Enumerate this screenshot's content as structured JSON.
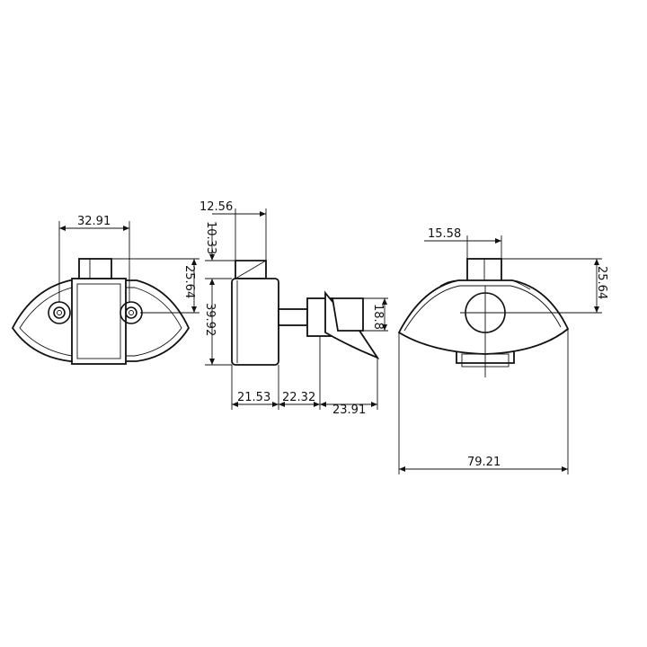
{
  "dimensions": {
    "front_width": "32.91",
    "front_height": "25.64",
    "side_top_width": "12.56",
    "side_top_offset": "10.33",
    "side_body_height": "39.92",
    "side_depth_1": "21.53",
    "side_depth_2": "22.32",
    "side_depth_3": "23.91",
    "side_knob_height": "18.8",
    "rear_top_width": "15.58",
    "rear_height": "25.64",
    "rear_width": "79.21"
  }
}
